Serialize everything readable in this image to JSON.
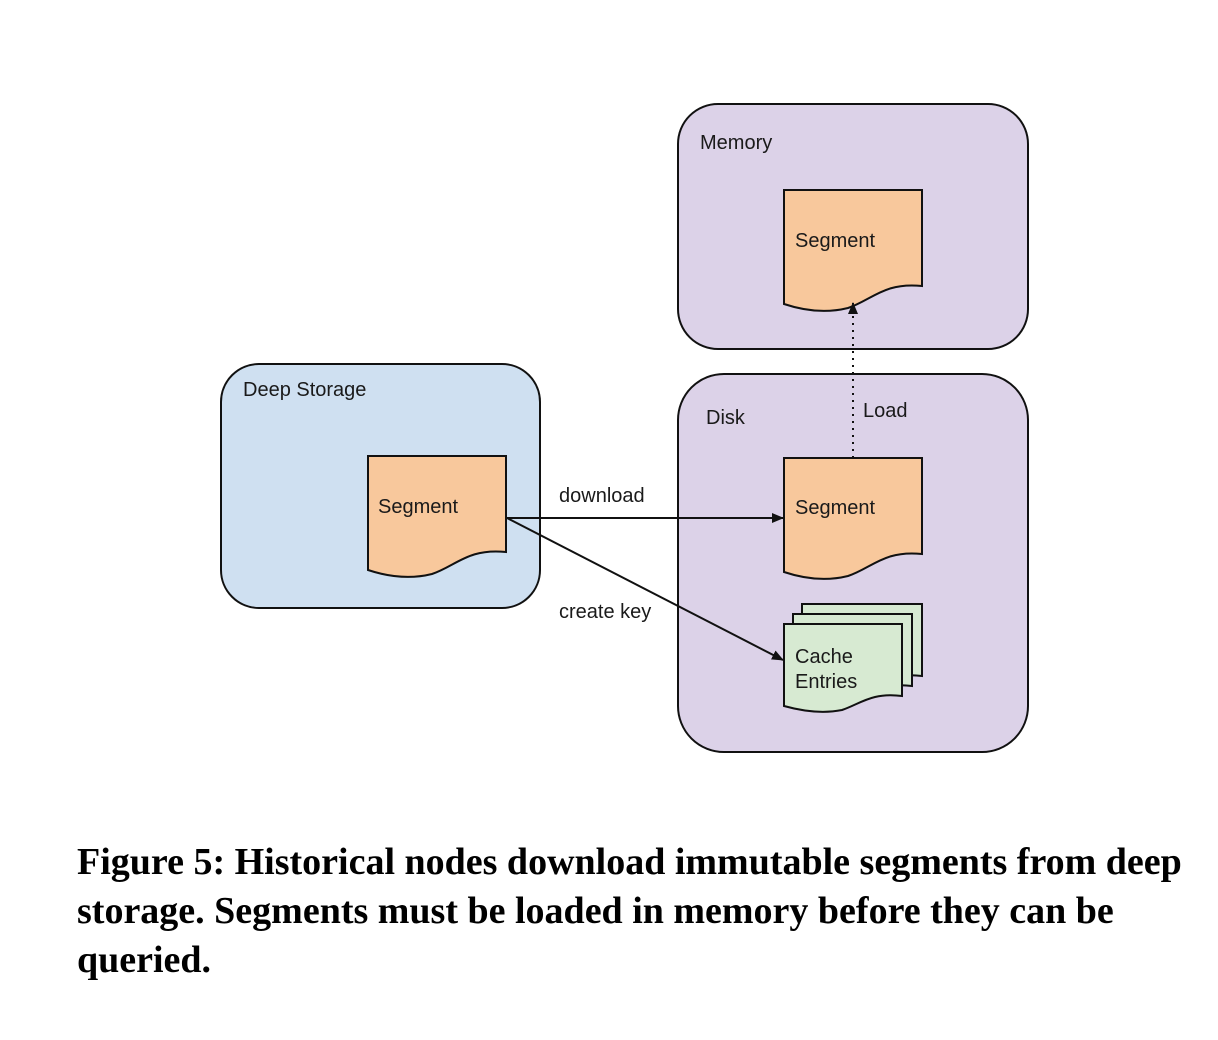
{
  "diagram": {
    "containers": {
      "deep_storage": {
        "label": "Deep Storage"
      },
      "memory": {
        "label": "Memory"
      },
      "disk": {
        "label": "Disk"
      }
    },
    "documents": {
      "deep_storage_segment": {
        "label": "Segment"
      },
      "memory_segment": {
        "label": "Segment"
      },
      "disk_segment": {
        "label": "Segment"
      },
      "cache_entries": {
        "line1": "Cache",
        "line2": "Entries"
      }
    },
    "edges": {
      "download": {
        "label": "download",
        "from": "deep_storage_segment",
        "to": "disk_segment",
        "style": "solid"
      },
      "create_key": {
        "label": "create key",
        "from": "deep_storage_segment",
        "to": "cache_entries",
        "style": "solid"
      },
      "load": {
        "label": "Load",
        "from": "disk_segment",
        "to": "memory_segment",
        "style": "dotted"
      }
    },
    "colors": {
      "deep_storage_fill": "#cfe0f1",
      "memory_disk_fill": "#dcd2e8",
      "segment_fill": "#f8c89c",
      "cache_fill": "#d7ead2",
      "stroke": "#111111"
    }
  },
  "caption": {
    "text": "Figure 5: Historical nodes download immutable segments from deep storage. Segments must be loaded in memory before they can be queried."
  }
}
